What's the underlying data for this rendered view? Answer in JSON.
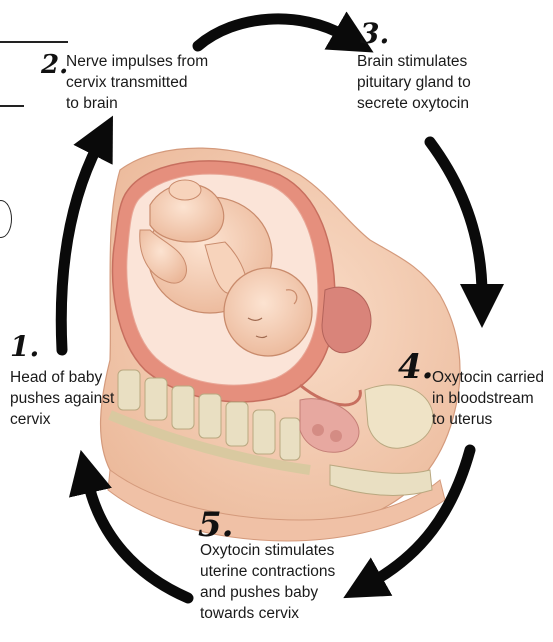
{
  "steps": [
    {
      "number": "1.",
      "text": "Head of baby\npushes against\ncervix"
    },
    {
      "number": "2.",
      "text": "Nerve impulses from\ncervix transmitted\nto brain"
    },
    {
      "number": "3.",
      "text": "Brain stimulates\npituitary gland to\nsecrete oxytocin"
    },
    {
      "number": "4.",
      "text": "Oxytocin carried\nin bloodstream\nto uterus"
    },
    {
      "number": "5.",
      "text": "Oxytocin stimulates\nuterine contractions\nand pushes baby\ntowards cervix"
    }
  ],
  "colors": {
    "arrow": "#0a0a0a",
    "skin": "#f6cdb0",
    "uterus_wall": "#e58f7d",
    "amniotic": "#fbe4d8",
    "bone": "#e9dfc2",
    "text": "#1a1a1a"
  }
}
